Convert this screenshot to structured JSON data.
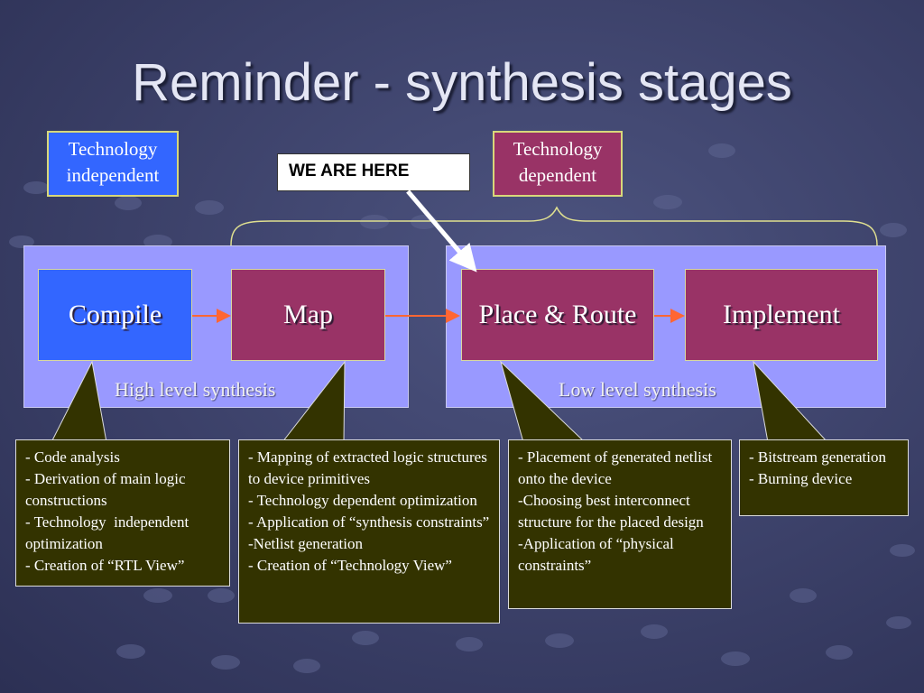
{
  "slide": {
    "title": "Reminder - synthesis stages"
  },
  "tags": {
    "independent": [
      "Technology",
      "independent"
    ],
    "dependent": [
      "Technology",
      "dependent"
    ]
  },
  "marker": {
    "text": "WE ARE HERE"
  },
  "panels": {
    "high_level": "High level synthesis",
    "low_level": "Low level synthesis"
  },
  "stages": [
    {
      "label": "Compile"
    },
    {
      "label": "Map"
    },
    {
      "label": "Place & Route"
    },
    {
      "label": "Implement"
    }
  ],
  "callouts": [
    {
      "lines": [
        "- Code analysis",
        "- Derivation of main logic constructions",
        "- Technology  independent optimization",
        "- Creation of “RTL View”"
      ]
    },
    {
      "lines": [
        "- Mapping of extracted logic structures to device primitives",
        "- Technology dependent optimization",
        "- Application of “synthesis constraints”",
        "-Netlist generation",
        "- Creation of “Technology View”"
      ]
    },
    {
      "lines": [
        "- Placement of generated netlist onto the device",
        "-Choosing best interconnect structure for the placed design",
        "-Application of “physical constraints”"
      ]
    },
    {
      "lines": [
        "- Bitstream generation",
        "- Burning device"
      ]
    }
  ],
  "colors": {
    "background": "#3b4068",
    "tech_independent": "#3366ff",
    "tech_dependent": "#993366",
    "panel": "#9999ff",
    "callout": "#333300",
    "arrow": "#ff6633",
    "bracket": "#e0e090"
  }
}
